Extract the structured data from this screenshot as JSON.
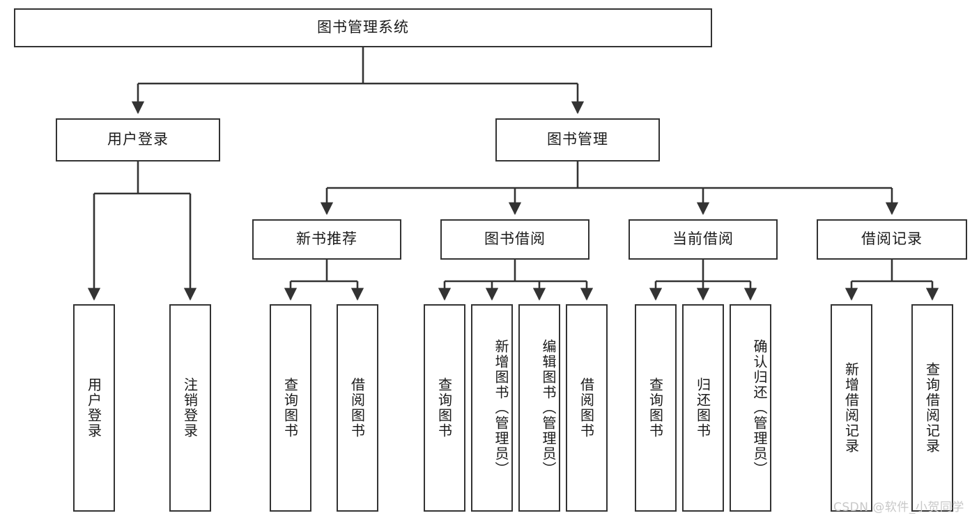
{
  "diagram": {
    "title": "图书管理系统",
    "type": "tree-hierarchy-diagram",
    "colors": {
      "box_border": "#333333",
      "box_fill": "#ffffff",
      "connector": "#333333",
      "text": "#1a1a1a",
      "watermark": "#c8c8c8"
    },
    "root": {
      "label": "图书管理系统"
    },
    "level2": [
      {
        "label": "用户登录"
      },
      {
        "label": "图书管理"
      }
    ],
    "level3": [
      {
        "label": "新书推荐"
      },
      {
        "label": "图书借阅"
      },
      {
        "label": "当前借阅"
      },
      {
        "label": "借阅记录"
      }
    ],
    "leaves": {
      "user_login": [
        {
          "label": "用户登录"
        },
        {
          "label": "注销登录"
        }
      ],
      "new_book_recommend": [
        {
          "label": "查询图书"
        },
        {
          "label": "借阅图书"
        }
      ],
      "book_borrow": [
        {
          "label": "查询图书"
        },
        {
          "label": "新增图书（管理员）"
        },
        {
          "label": "编辑图书（管理员）"
        },
        {
          "label": "借阅图书"
        }
      ],
      "current_borrow": [
        {
          "label": "查询图书"
        },
        {
          "label": "归还图书"
        },
        {
          "label": "确认归还（管理员）"
        }
      ],
      "borrow_record": [
        {
          "label": "新增借阅记录"
        },
        {
          "label": "查询借阅记录"
        }
      ]
    }
  },
  "watermark": {
    "text": "CSDN @软件_小贺同学"
  }
}
